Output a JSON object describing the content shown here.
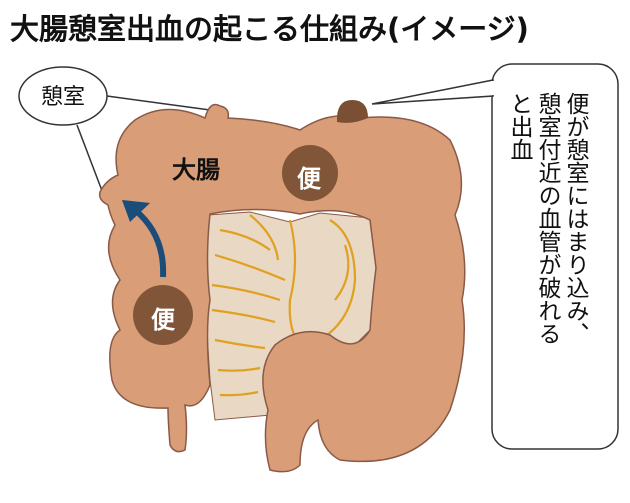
{
  "title": "大腸憩室出血の起こる仕組み(イメージ)",
  "labels": {
    "diverticulum": "憩室",
    "colon": "大腸",
    "stool_upper": "便",
    "stool_lower": "便"
  },
  "callout": {
    "lines": [
      "便が憩室にはまり込み、",
      "憩室付近の血管が破れる",
      "と出血"
    ]
  },
  "colors": {
    "colon": "#d99d78",
    "colon_outline": "#8a5a48",
    "stool": "#7a4f33",
    "mesentery": "#e8d8c4",
    "vessel": "#e0a020",
    "arrow": "#1b4d7a"
  }
}
